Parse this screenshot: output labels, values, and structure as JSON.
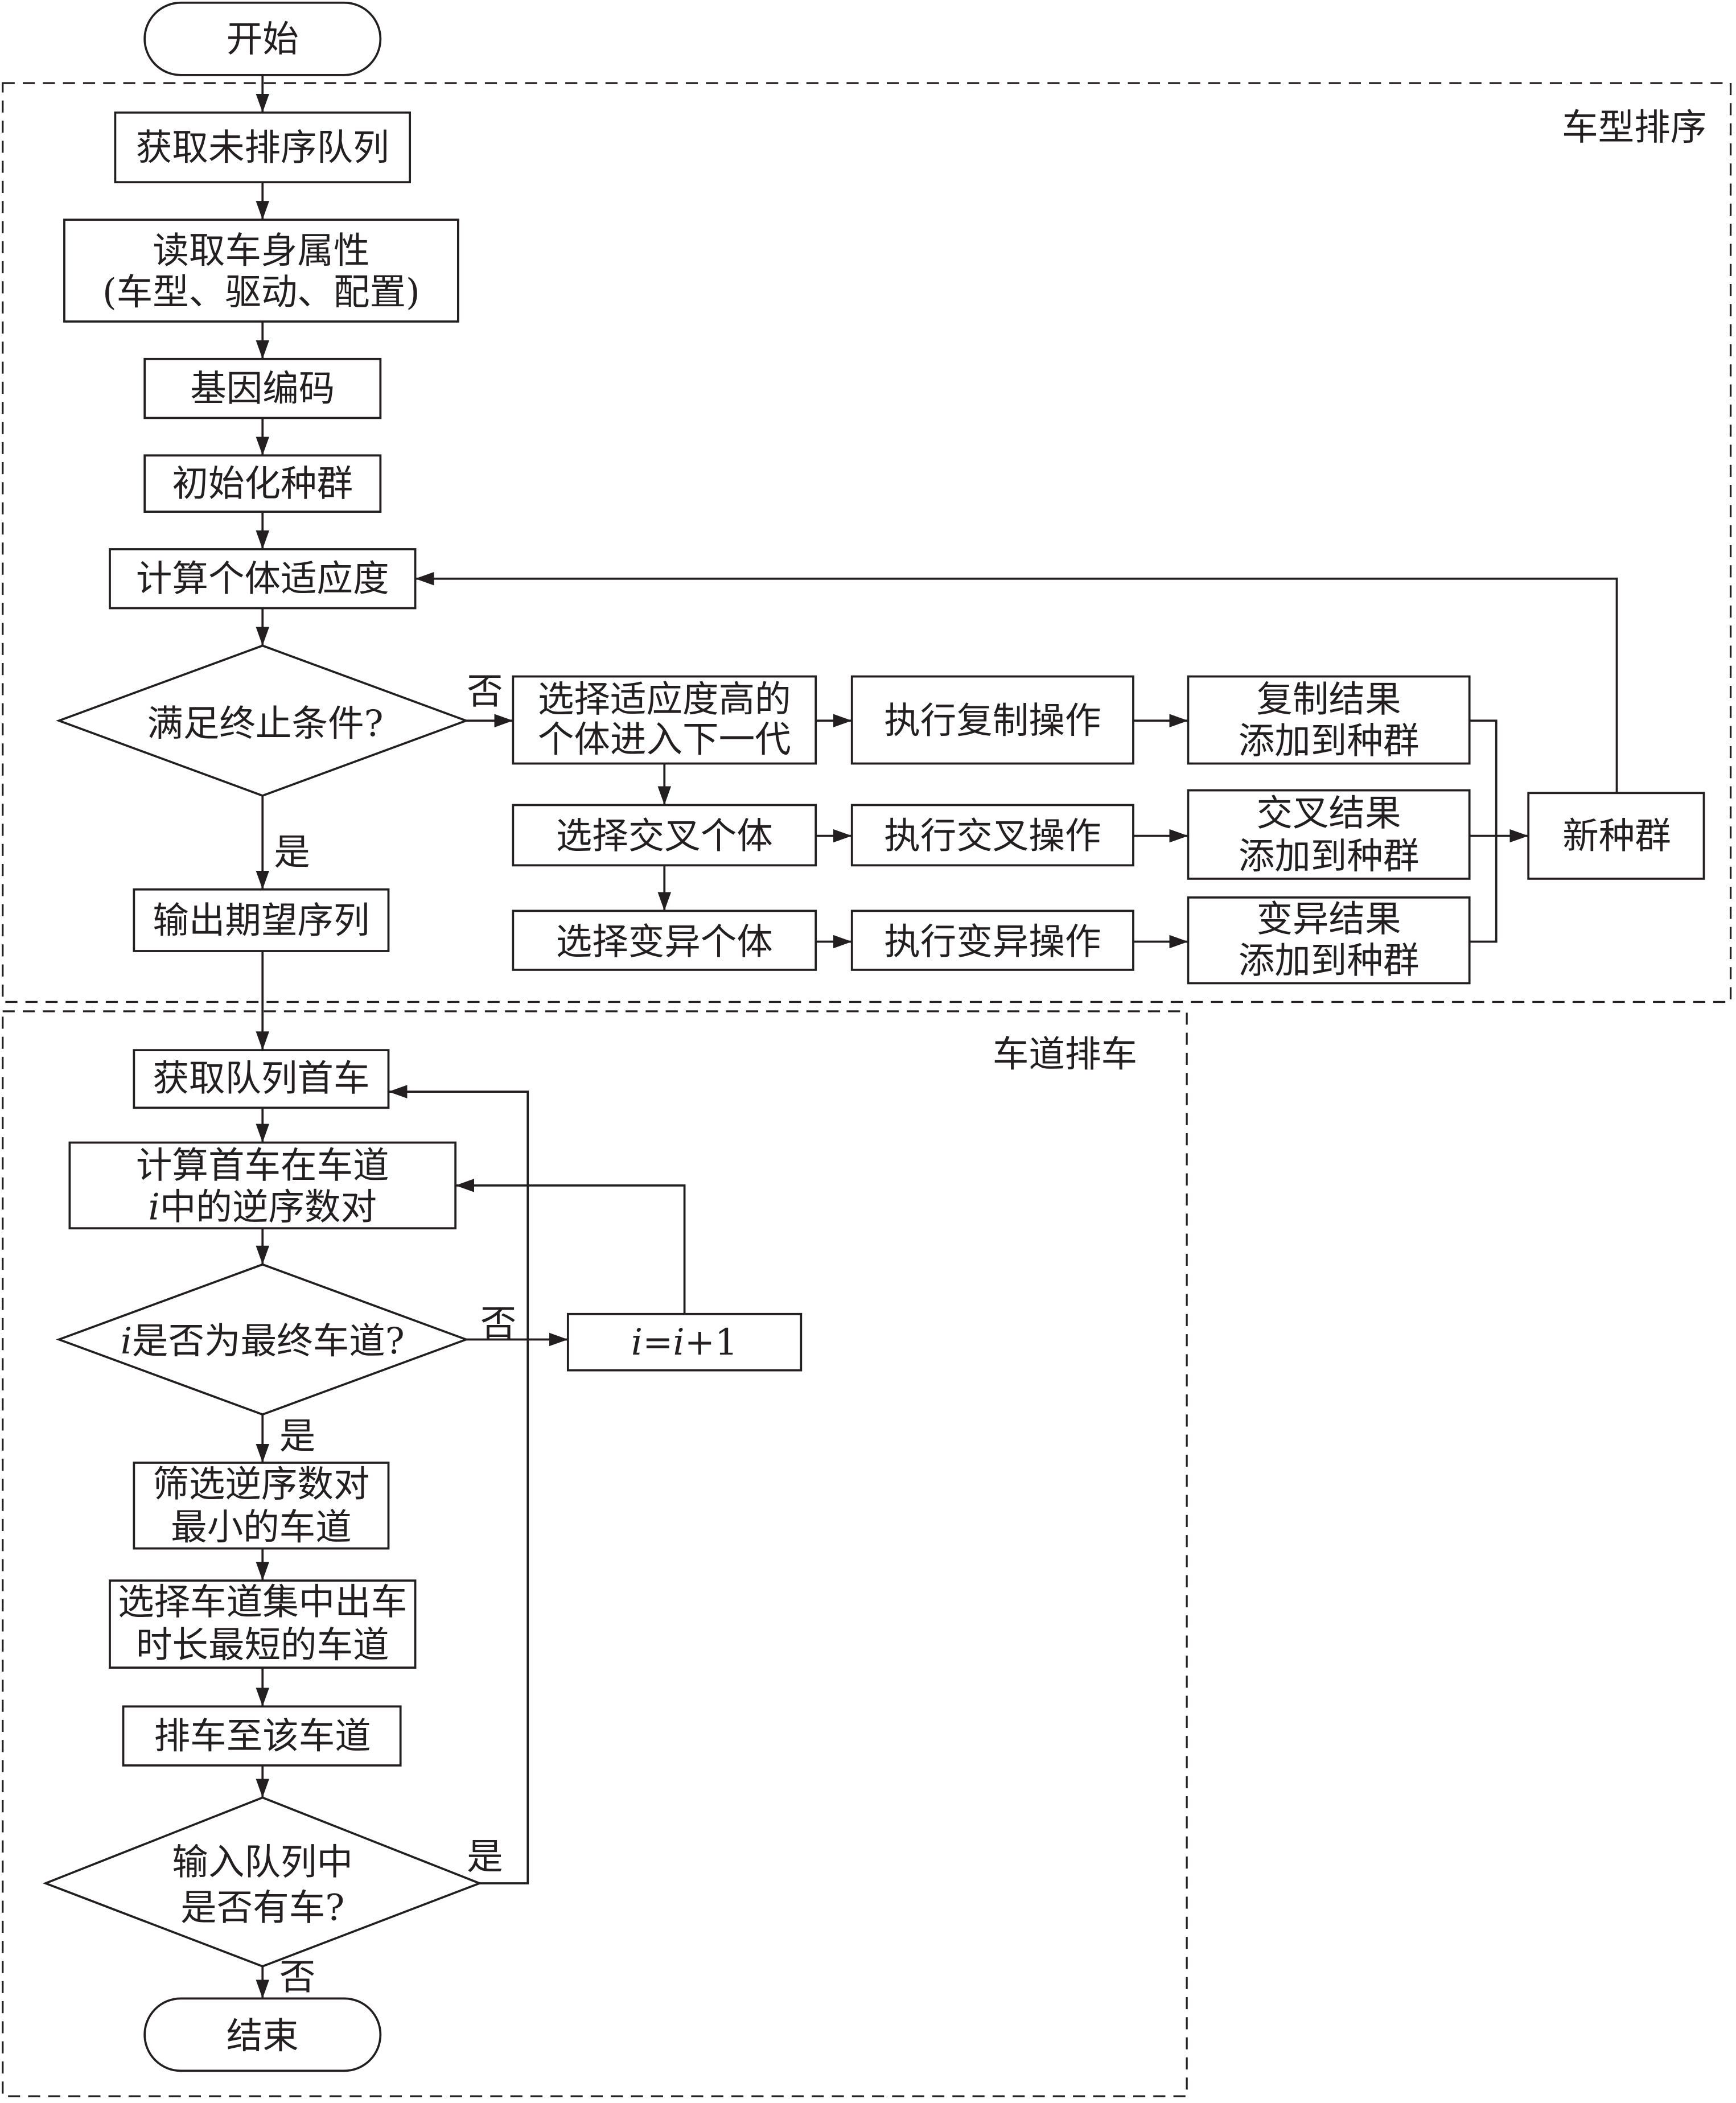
{
  "sections": {
    "vehicle_type_sorting": "车型排序",
    "lane_dispatch": "车道排车"
  },
  "nodes": {
    "start": "开始",
    "get_unsorted_queue": "获取未排序队列",
    "read_body_attributes": [
      "读取车身属性",
      "(车型、驱动、配置)"
    ],
    "gene_encoding": "基因编码",
    "init_population": "初始化种群",
    "compute_fitness": "计算个体适应度",
    "termination_check": "满足终止条件?",
    "select_high_fitness": [
      "选择适应度高的",
      "个体进入下一代"
    ],
    "exec_copy": "执行复制操作",
    "copy_result": [
      "复制结果",
      "添加到种群"
    ],
    "select_crossover": "选择交叉个体",
    "exec_crossover": "执行交叉操作",
    "crossover_result": [
      "交叉结果",
      "添加到种群"
    ],
    "select_mutation": "选择变异个体",
    "exec_mutation": "执行变异操作",
    "mutation_result": [
      "变异结果",
      "添加到种群"
    ],
    "new_population": "新种群",
    "output_sequence": "输出期望序列",
    "get_queue_head": "获取队列首车",
    "compute_inversions": {
      "line1": "计算首车在车道",
      "line2_var": "i",
      "line2_rest": "中的逆序数对"
    },
    "last_lane_check": {
      "var": "i",
      "rest": "是否为最终车道?"
    },
    "increment": [
      "i",
      "=",
      "i",
      "+1"
    ],
    "filter_min_inversions": [
      "筛选逆序数对",
      "最小的车道"
    ],
    "select_shortest_lane": [
      "选择车道集中出车",
      "时长最短的车道"
    ],
    "dispatch_to_lane": "排车至该车道",
    "queue_has_car": [
      "输入队列中",
      "是否有车?"
    ],
    "end": "结束"
  },
  "edge_labels": {
    "termination_no": "否",
    "termination_yes": "是",
    "last_lane_no": "否",
    "last_lane_yes": "是",
    "queue_has_car_yes": "是",
    "queue_has_car_no": "否"
  },
  "colors": {
    "ink": "#231f20",
    "background": "#ffffff"
  }
}
